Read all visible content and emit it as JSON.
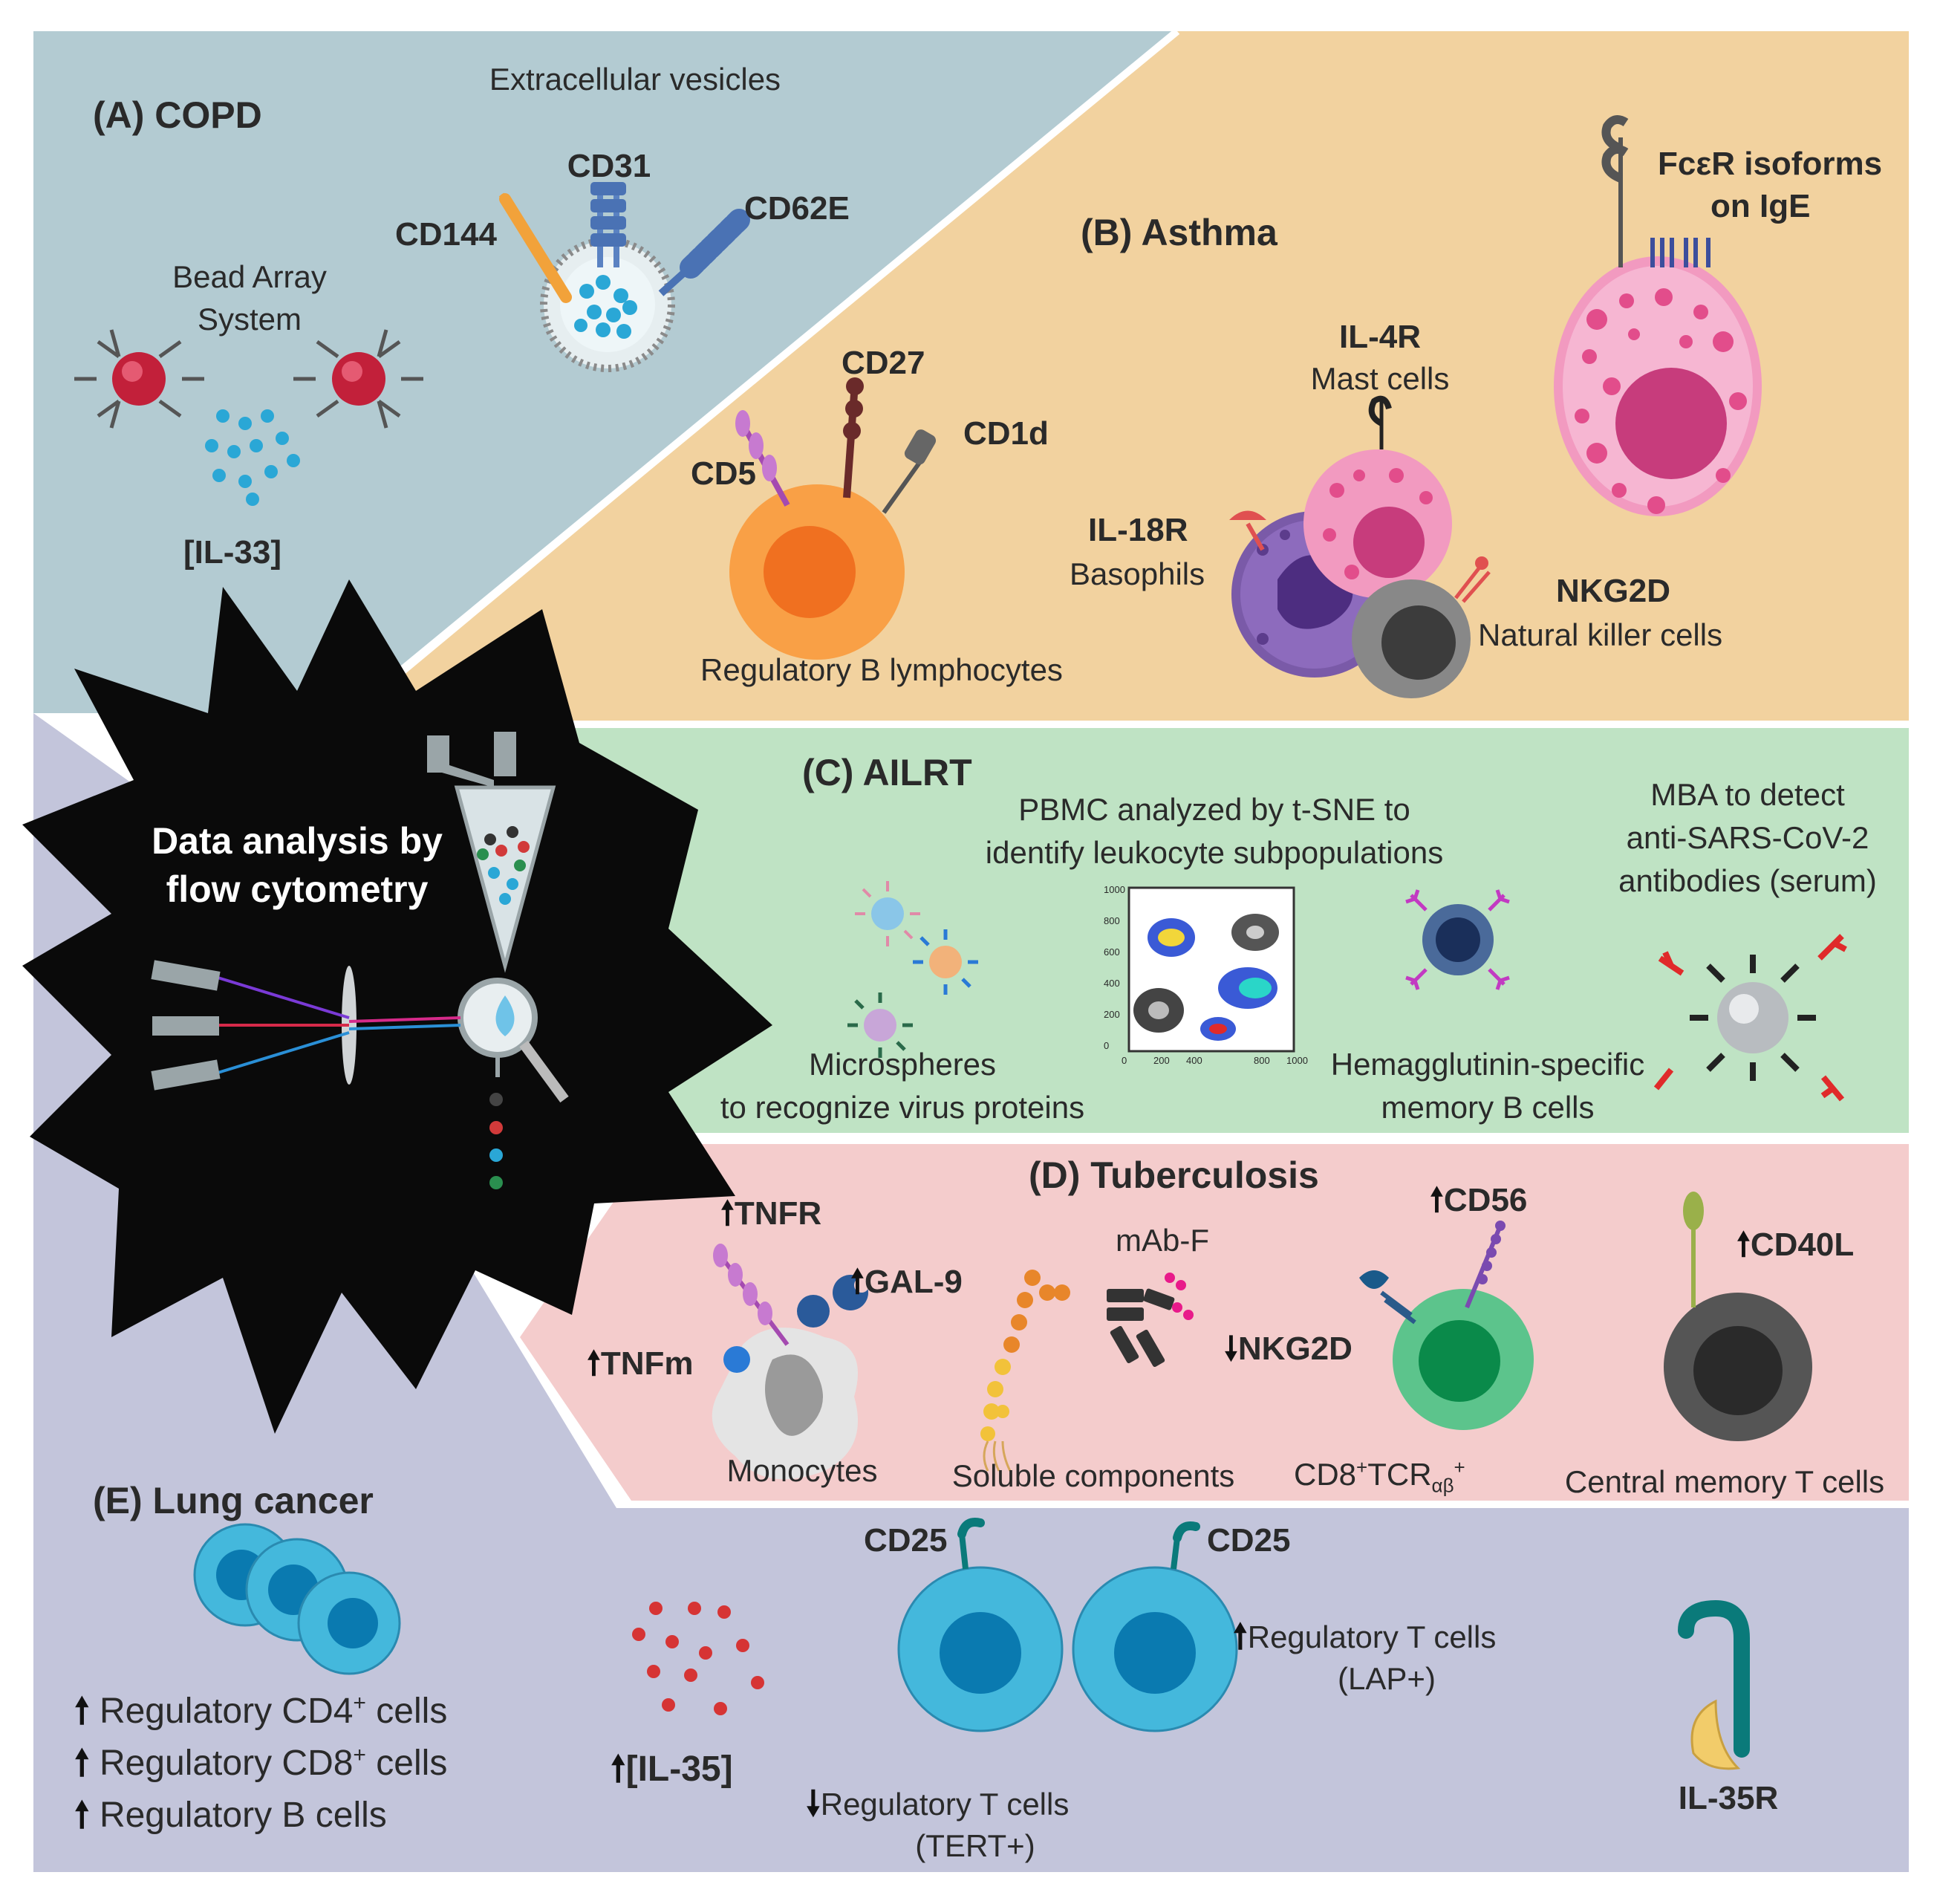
{
  "colors": {
    "copd_bg": "#b3cbd2",
    "asthma_bg": "#f2d29f",
    "ailrt_bg": "#bfe3c4",
    "tb_bg": "#f4cccc",
    "lung_bg": "#c3c5db",
    "burst": "#0a0a0a",
    "mast_cell": "#e8559a",
    "b_cell": "#f7932f",
    "cancer_cell": "#44b8dc",
    "il35": "#d63434"
  },
  "copd": {
    "title": "(A) COPD",
    "vesicles_label": "Extracellular vesicles",
    "cd31": "CD31",
    "cd144": "CD144",
    "cd62e": "CD62E",
    "bead_line1": "Bead Array",
    "bead_line2": "System",
    "il33": "[IL-33]"
  },
  "asthma": {
    "title": "(B) Asthma",
    "fcer_line1": "FcεR isoforms",
    "fcer_line2": "on IgE",
    "il4r": "IL-4R",
    "mast": "Mast cells",
    "cd27": "CD27",
    "cd1d": "CD1d",
    "cd5": "CD5",
    "il18r": "IL-18R",
    "basophils": "Basophils",
    "nkg2d": "NKG2D",
    "nk": "Natural killer cells",
    "breg": "Regulatory B lymphocytes"
  },
  "burst": {
    "line1": "Data analysis by",
    "line2": "flow cytometry"
  },
  "ailrt": {
    "title": "(C) AILRT",
    "pbmc_line1": "PBMC analyzed by t-SNE to",
    "pbmc_line2": "identify leukocyte subpopulations",
    "mba_line1": "MBA to detect",
    "mba_line2": "anti-SARS-CoV-2",
    "mba_line3": "antibodies (serum)",
    "micro_line1": "Microspheres",
    "micro_line2": "to recognize virus proteins",
    "hemag_line1": "Hemagglutinin-specific",
    "hemag_line2": "memory B cells",
    "tsne_y_ticks": [
      "1000",
      "800",
      "600",
      "400",
      "200",
      "0"
    ],
    "tsne_x_ticks": [
      "0",
      "200",
      "400",
      "800",
      "1000"
    ]
  },
  "tb": {
    "title": "(D) Tuberculosis",
    "tnfr": "TNFR",
    "gal9": "GAL-9",
    "tnfm": "TNFm",
    "mabf": "mAb-F",
    "cd56": "CD56",
    "nkg2d": "NKG2D",
    "cd40l": "CD40L",
    "monocytes": "Monocytes",
    "soluble": "Soluble  components",
    "cd8_base": "CD8",
    "cd8_sup1": "+",
    "cd8_tcr": "TCR",
    "cd8_sub": "αβ",
    "cd8_sup2": "+",
    "central": "Central memory T cells",
    "up": "🠕",
    "down": "🠗"
  },
  "lung": {
    "title": "(E) Lung cancer",
    "cd25_left": "CD25",
    "cd25_right": "CD25",
    "treg_lap_line1": "Regulatory T cells",
    "treg_lap_line2": "(LAP+)",
    "il35": "[IL-35]",
    "treg_tert_line1": "Regulatory T cells",
    "treg_tert_line2": "(TERT+)",
    "il35r": "IL-35R",
    "cd4_pre": "Regulatory CD4",
    "cd4_sup": "+",
    "cd4_post": " cells",
    "cd8_pre": "Regulatory CD8",
    "cd8_sup": "+",
    "cd8_post": "  cells",
    "breg": "Regulatory  B cells"
  }
}
